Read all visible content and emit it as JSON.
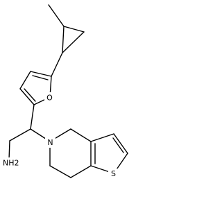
{
  "structure": {
    "atoms": {
      "O": "O",
      "N": "N",
      "S": "S",
      "amine": "NH2"
    },
    "colors": {
      "bond": "#000000",
      "label": "#000000",
      "background": "#ffffff"
    }
  }
}
